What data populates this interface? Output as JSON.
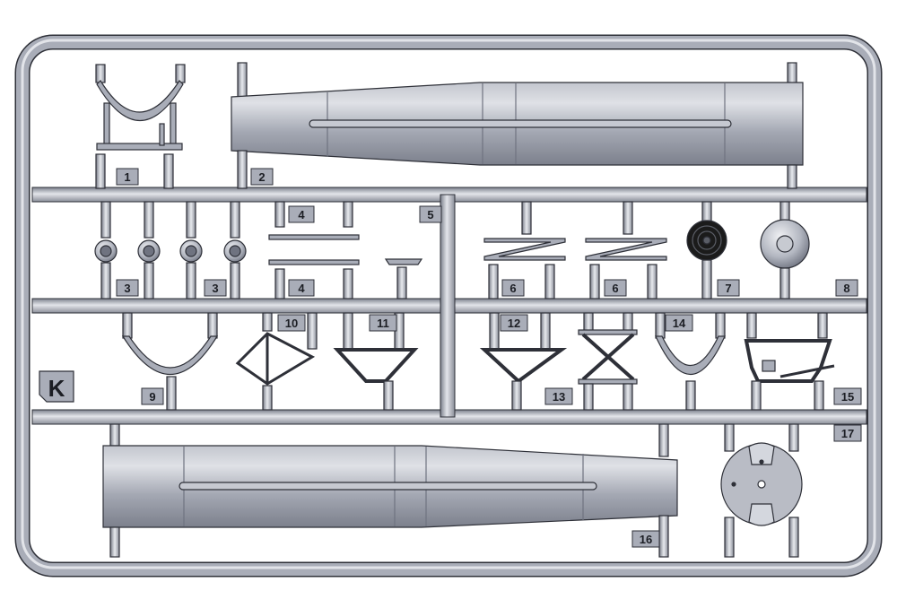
{
  "sprue": {
    "letter": "K",
    "part_numbers": [
      "1",
      "2",
      "3",
      "3",
      "4",
      "4",
      "5",
      "6",
      "6",
      "7",
      "8",
      "9",
      "10",
      "11",
      "12",
      "13",
      "14",
      "15",
      "16",
      "17"
    ],
    "colors": {
      "plastic": "#a9adb8",
      "plastic_light": "#d4d7de",
      "plastic_dark": "#6f7380",
      "outline": "#2e3038",
      "tire": "#1b1b1b",
      "background": "#ffffff"
    }
  }
}
